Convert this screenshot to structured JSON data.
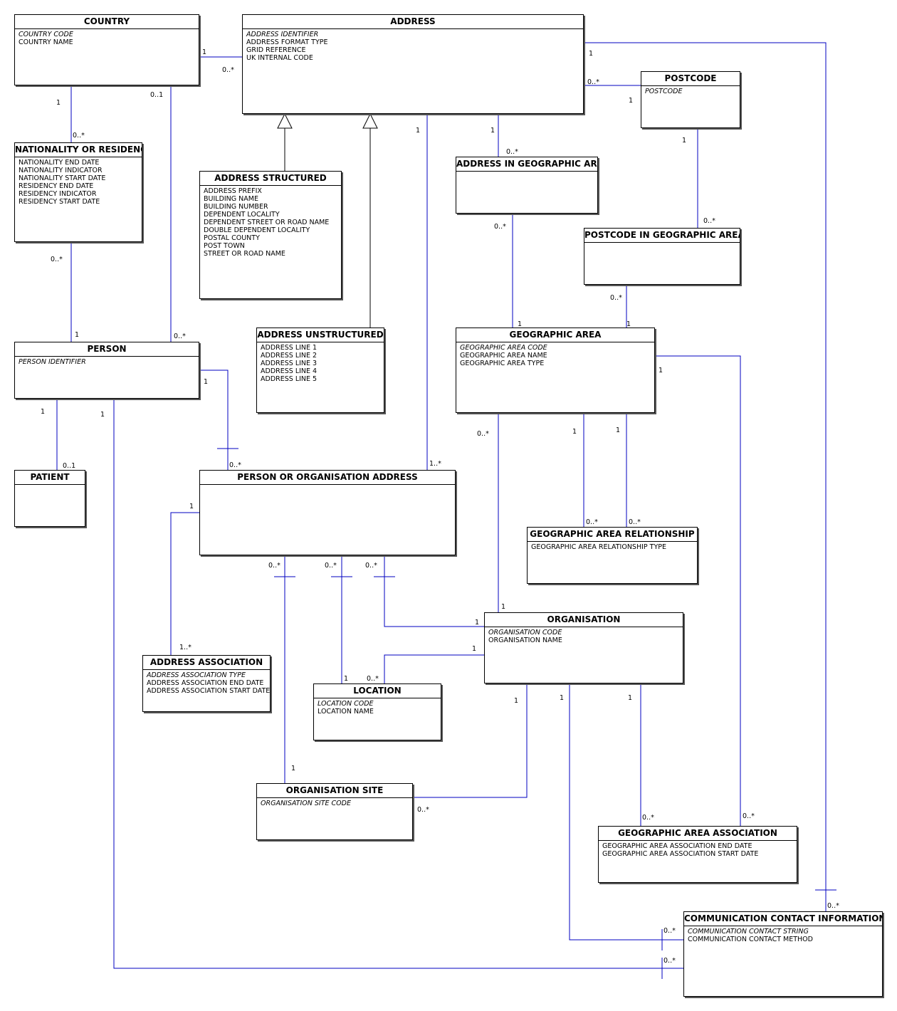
{
  "entities": [
    {
      "id": "country",
      "name": "COUNTRY",
      "keys": [
        "COUNTRY CODE"
      ],
      "attrs": [
        "COUNTRY NAME"
      ]
    },
    {
      "id": "address",
      "name": "ADDRESS",
      "keys": [
        "ADDRESS IDENTIFIER"
      ],
      "attrs": [
        "ADDRESS FORMAT TYPE",
        "GRID REFERENCE",
        "UK INTERNAL CODE"
      ]
    },
    {
      "id": "postcode",
      "name": "POSTCODE",
      "keys": [
        "POSTCODE"
      ],
      "attrs": []
    },
    {
      "id": "nationality",
      "name": "NATIONALITY OR RESIDENCY",
      "keys": [],
      "attrs": [
        "NATIONALITY END DATE",
        "NATIONALITY INDICATOR",
        "NATIONALITY START DATE",
        "RESIDENCY END DATE",
        "RESIDENCY INDICATOR",
        "RESIDENCY START DATE"
      ]
    },
    {
      "id": "address_structured",
      "name": "ADDRESS STRUCTURED",
      "keys": [],
      "attrs": [
        "ADDRESS PREFIX",
        "BUILDING NAME",
        "BUILDING NUMBER",
        "DEPENDENT LOCALITY",
        "DEPENDENT STREET OR ROAD NAME",
        "DOUBLE DEPENDENT LOCALITY",
        "POSTAL COUNTY",
        "POST TOWN",
        "STREET OR ROAD NAME"
      ]
    },
    {
      "id": "address_in_geo",
      "name": "ADDRESS IN GEOGRAPHIC AREA",
      "keys": [],
      "attrs": []
    },
    {
      "id": "postcode_in_geo",
      "name": "POSTCODE IN GEOGRAPHIC AREA",
      "keys": [],
      "attrs": []
    },
    {
      "id": "address_unstructured",
      "name": "ADDRESS UNSTRUCTURED",
      "keys": [],
      "attrs": [
        "ADDRESS LINE 1",
        "ADDRESS LINE 2",
        "ADDRESS LINE 3",
        "ADDRESS LINE 4",
        "ADDRESS LINE 5"
      ]
    },
    {
      "id": "geographic_area",
      "name": "GEOGRAPHIC AREA",
      "keys": [
        "GEOGRAPHIC AREA CODE"
      ],
      "attrs": [
        "GEOGRAPHIC AREA NAME",
        "GEOGRAPHIC AREA TYPE"
      ]
    },
    {
      "id": "person",
      "name": "PERSON",
      "keys": [
        "PERSON IDENTIFIER"
      ],
      "attrs": []
    },
    {
      "id": "patient",
      "name": "PATIENT",
      "keys": [],
      "attrs": []
    },
    {
      "id": "poa",
      "name": "PERSON OR ORGANISATION ADDRESS",
      "keys": [],
      "attrs": []
    },
    {
      "id": "geo_rel",
      "name": "GEOGRAPHIC AREA RELATIONSHIP",
      "keys": [],
      "attrs": [
        "GEOGRAPHIC AREA RELATIONSHIP TYPE"
      ]
    },
    {
      "id": "organisation",
      "name": "ORGANISATION",
      "keys": [
        "ORGANISATION CODE"
      ],
      "attrs": [
        "ORGANISATION NAME"
      ]
    },
    {
      "id": "address_association",
      "name": "ADDRESS ASSOCIATION",
      "keys": [
        "ADDRESS ASSOCIATION TYPE"
      ],
      "attrs": [
        "ADDRESS ASSOCIATION END DATE",
        "ADDRESS ASSOCIATION START DATE"
      ]
    },
    {
      "id": "location",
      "name": "LOCATION",
      "keys": [
        "LOCATION CODE"
      ],
      "attrs": [
        "LOCATION NAME"
      ]
    },
    {
      "id": "org_site",
      "name": "ORGANISATION SITE",
      "keys": [
        "ORGANISATION SITE CODE"
      ],
      "attrs": []
    },
    {
      "id": "geo_assoc",
      "name": "GEOGRAPHIC AREA ASSOCIATION",
      "keys": [],
      "attrs": [
        "GEOGRAPHIC AREA ASSOCIATION END DATE",
        "GEOGRAPHIC AREA ASSOCIATION START DATE"
      ]
    },
    {
      "id": "comm",
      "name": "COMMUNICATION CONTACT INFORMATION",
      "keys": [
        "COMMUNICATION CONTACT STRING"
      ],
      "attrs": [
        "COMMUNICATION CONTACT METHOD"
      ]
    }
  ],
  "labels": [
    "1",
    "0..*",
    "0..1",
    "1..*"
  ]
}
